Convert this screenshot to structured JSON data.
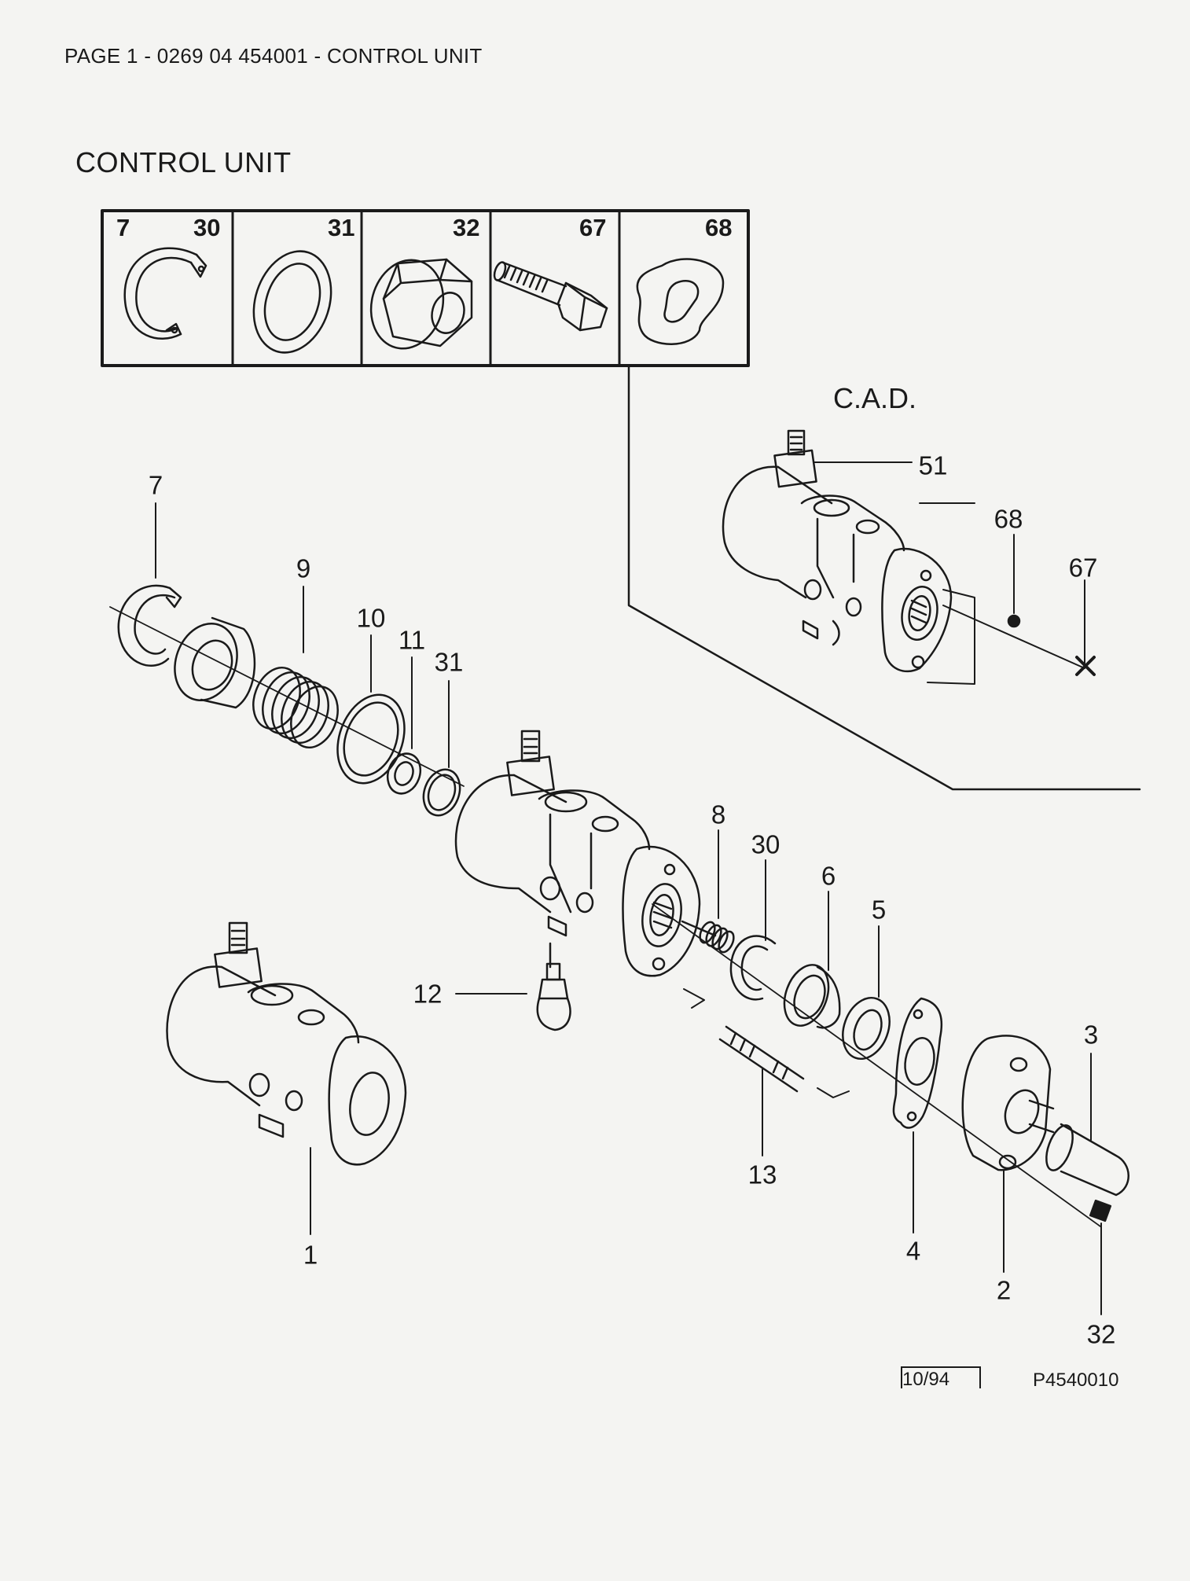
{
  "header": {
    "page_line": "PAGE 1 - 0269 04 454001 - CONTROL UNIT"
  },
  "title": "CONTROL UNIT",
  "inset": {
    "cells": [
      {
        "labels": [
          "7",
          "30"
        ],
        "icon": "circlip-icon"
      },
      {
        "labels": [
          "31"
        ],
        "icon": "washer-icon"
      },
      {
        "labels": [
          "32"
        ],
        "icon": "hex-nut-icon"
      },
      {
        "labels": [
          "67"
        ],
        "icon": "bolt-icon"
      },
      {
        "labels": [
          "68"
        ],
        "icon": "shaped-washer-icon"
      }
    ]
  },
  "cad": {
    "title": "C.A.D.",
    "callouts": [
      "51",
      "68",
      "67"
    ]
  },
  "callouts": {
    "c7": "7",
    "c9": "9",
    "c10": "10",
    "c11": "11",
    "c31": "31",
    "c8": "8",
    "c30": "30",
    "c6": "6",
    "c5": "5",
    "c3": "3",
    "c12": "12",
    "c13": "13",
    "c1": "1",
    "c4": "4",
    "c2": "2",
    "c32": "32"
  },
  "footer": {
    "date": "10/94",
    "code": "P4540010"
  }
}
